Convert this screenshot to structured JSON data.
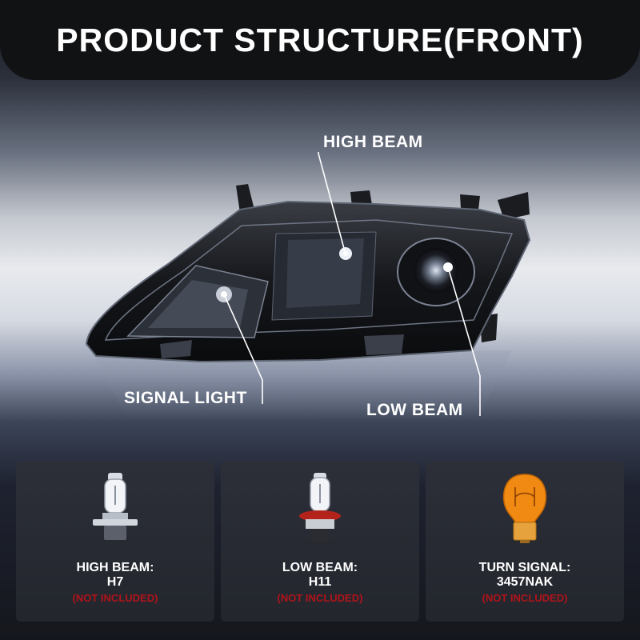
{
  "banner": {
    "title": "PRODUCT STRUCTURE(FRONT)"
  },
  "callouts": {
    "high_beam": "HIGH BEAM",
    "signal_light": "SIGNAL LIGHT",
    "low_beam": "LOW BEAM"
  },
  "bulbs": [
    {
      "name": "HIGH BEAM:",
      "code": "H7",
      "note": "(NOT INCLUDED)",
      "icon": "h7-bulb-icon"
    },
    {
      "name": "LOW BEAM:",
      "code": "H11",
      "note": "(NOT INCLUDED)",
      "icon": "h11-bulb-icon"
    },
    {
      "name": "TURN SIGNAL:",
      "code": "3457NAK",
      "note": "(NOT INCLUDED)",
      "icon": "amber-3457nak-bulb-icon"
    }
  ],
  "colors": {
    "banner_bg": "#111214",
    "note_red": "#b1131a",
    "amber": "#f08a12",
    "card_bg": "#2a2d35"
  }
}
